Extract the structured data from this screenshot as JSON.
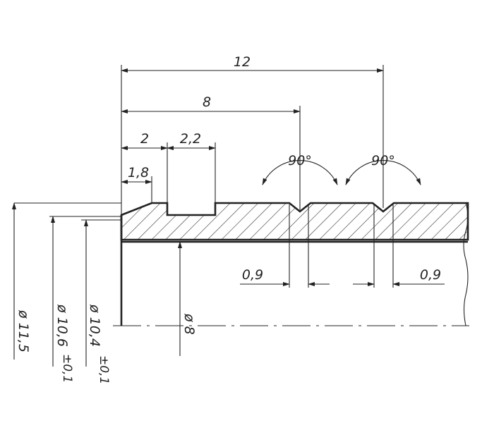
{
  "drawing": {
    "dimensions": {
      "overall_length": "12",
      "notch1_position": "8",
      "groove_position": "2",
      "groove_width": "2,2",
      "chamfer_length": "1,8",
      "notch_angle_left": "90°",
      "notch_angle_right": "90°",
      "notch_width_left": "0,9",
      "notch_width_right": "0,9",
      "outer_diameter": "ø 11,5",
      "groove_diameter": "ø 10,6",
      "groove_diameter_tolerance": "±0,1",
      "chamfer_diameter": "ø 10,4",
      "chamfer_diameter_tolerance": "±0,1",
      "bore_diameter": "ø 8"
    }
  }
}
